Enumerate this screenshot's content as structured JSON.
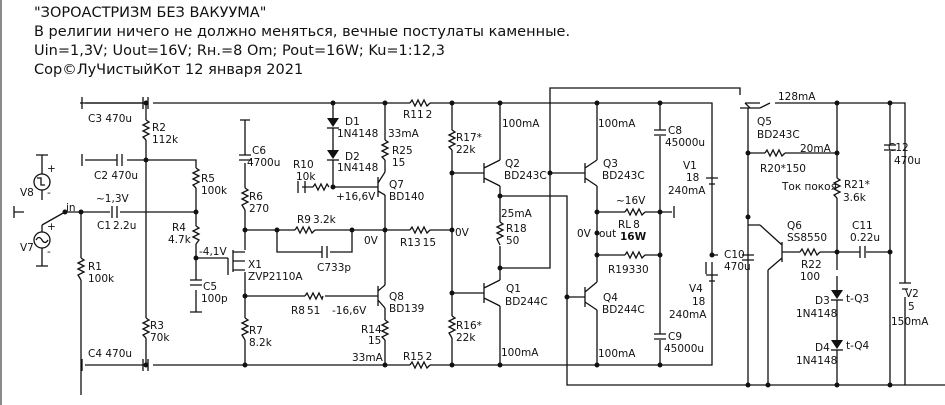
{
  "header": {
    "title": "\"ЗОРОАСТРИЗМ БЕЗ ВАКУУМА\"",
    "subtitle": "В религии ничего не должно меняться, вечные постулаты каменные.",
    "specs": "Uin=1,3V; Uout=16V; Rн.=8 Om; Pout=16W; Ku=1:12,3",
    "copyright": "Cop©ЛуЧистыйКот 12 января 2021"
  },
  "components": {
    "C3": {
      "name": "C3",
      "value": "470u"
    },
    "C2": {
      "name": "C2",
      "value": "470u"
    },
    "C1": {
      "name": "C1",
      "value": "2.2u"
    },
    "C4": {
      "name": "C4",
      "value": "470u"
    },
    "C5": {
      "name": "C5",
      "value": "100p"
    },
    "C6": {
      "name": "C6",
      "value": "4700u"
    },
    "C7": {
      "name": "C7",
      "value": "33p"
    },
    "C8": {
      "name": "C8",
      "value": "45000u"
    },
    "C9": {
      "name": "C9",
      "value": "45000u"
    },
    "C10": {
      "name": "C10",
      "value": "470u"
    },
    "C11": {
      "name": "C11",
      "value": "0.22u"
    },
    "C12": {
      "name": "C12",
      "value": "470u"
    },
    "R1": {
      "name": "R1",
      "value": "100k"
    },
    "R2": {
      "name": "R2",
      "value": "112k"
    },
    "R3": {
      "name": "R3",
      "value": "70k"
    },
    "R4": {
      "name": "R4",
      "value": "4.7k"
    },
    "R5": {
      "name": "R5",
      "value": "100k"
    },
    "R6": {
      "name": "R6",
      "value": "270"
    },
    "R7": {
      "name": "R7",
      "value": "8.2k"
    },
    "R8": {
      "name": "R8",
      "value": "51"
    },
    "R9": {
      "name": "R9",
      "value": "3.2k"
    },
    "R10": {
      "name": "R10",
      "value": "10k"
    },
    "R11": {
      "name": "R11",
      "value": "2"
    },
    "R13": {
      "name": "R13",
      "value": "15"
    },
    "R14": {
      "name": "R14",
      "value": "15"
    },
    "R15": {
      "name": "R15",
      "value": "2"
    },
    "R16": {
      "name": "R16*",
      "value": "22k"
    },
    "R17": {
      "name": "R17*",
      "value": "22k"
    },
    "R18": {
      "name": "R18",
      "value": "50"
    },
    "R19": {
      "name": "R19",
      "value": "330"
    },
    "R20": {
      "name": "R20*",
      "value": "150"
    },
    "R21": {
      "name": "R21*",
      "value": "3.6k"
    },
    "R22": {
      "name": "R22",
      "value": "100"
    },
    "R25": {
      "name": "R25",
      "value": "15"
    },
    "RL": {
      "name": "RL",
      "value": "8",
      "power": "16W"
    },
    "D1": {
      "name": "D1",
      "value": "1N4148"
    },
    "D2": {
      "name": "D2",
      "value": "1N4148"
    },
    "D3": {
      "name": "D3",
      "value": "1N4148",
      "note": "t-Q3"
    },
    "D4": {
      "name": "D4",
      "value": "1N4148",
      "note": "t-Q4"
    },
    "Q1": {
      "name": "Q1",
      "value": "BD244C"
    },
    "Q2": {
      "name": "Q2",
      "value": "BD243C"
    },
    "Q3": {
      "name": "Q3",
      "value": "BD243C"
    },
    "Q4": {
      "name": "Q4",
      "value": "BD244C"
    },
    "Q5": {
      "name": "Q5",
      "value": "BD243C"
    },
    "Q6": {
      "name": "Q6",
      "value": "SS8550"
    },
    "Q7": {
      "name": "Q7",
      "value": "BD140"
    },
    "Q8": {
      "name": "Q8",
      "value": "BD139"
    },
    "X1": {
      "name": "X1",
      "value": "ZVP2110A"
    },
    "V1": {
      "name": "V1",
      "value": "18",
      "current": "240mA"
    },
    "V2": {
      "name": "V2",
      "value": "5",
      "current": "150mA"
    },
    "V4": {
      "name": "V4",
      "value": "18",
      "current": "240mA"
    },
    "V7": {
      "name": "V7"
    },
    "V8": {
      "name": "V8"
    }
  },
  "annotations": {
    "in": "in",
    "out": "out",
    "vin": "~1,3V",
    "vgate": "-4,1V",
    "vq7": "+16,6V",
    "vq8": "-16,6V",
    "v0_a": "0V",
    "v0_b": "0V",
    "v0_c": "0V",
    "vout": "~16V",
    "i_q7": "33mA",
    "i_q8": "33mA",
    "i_q2": "100mA",
    "i_q3": "100mA",
    "i_q1": "100mA",
    "i_q4": "100mA",
    "i_r18": "25mA",
    "i_q5": "128mA",
    "i_r20": "20mA",
    "bias_label": "Ток покоя"
  }
}
